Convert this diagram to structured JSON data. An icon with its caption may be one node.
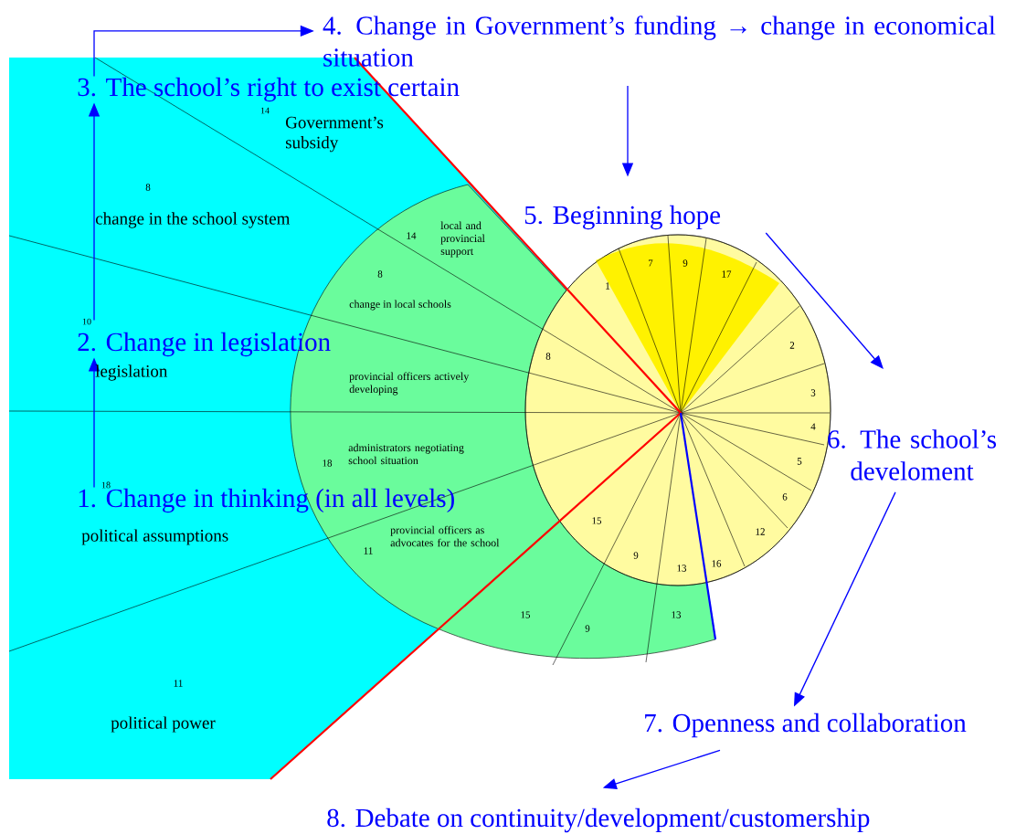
{
  "diagram": {
    "nodes": [
      {
        "text": [
          "1. Change in thinking (in all levels)"
        ]
      },
      {
        "text": [
          "2. Change in legislation"
        ]
      },
      {
        "text": [
          "3. The school’s right to exist certain"
        ]
      },
      {
        "text": [
          "4. Change in Government’s funding → change in economical situation"
        ]
      },
      {
        "text": [
          "5. Beginning hope"
        ]
      },
      {
        "text": [
          "6. The school’s develoment"
        ]
      },
      {
        "text": [
          "7. Openness and collaboration"
        ]
      },
      {
        "text": [
          "8. Debate on continuity/development/customership"
        ]
      }
    ],
    "edges": [
      {
        "from": 0,
        "to": 1,
        "arrow": "to"
      },
      {
        "from": 1,
        "to": 2,
        "arrow": "to"
      },
      {
        "from": 2,
        "to": 3,
        "arrow": "to"
      },
      {
        "from": 3,
        "to": 4,
        "arrow": "to"
      },
      {
        "from": 4,
        "to": 5,
        "arrow": "to"
      },
      {
        "from": 5,
        "to": 6,
        "arrow": "to"
      },
      {
        "from": 6,
        "to": 7,
        "arrow": "to"
      }
    ],
    "labels": [
      "14",
      "Government’s subsidy",
      "8",
      "change in the school system",
      "10",
      "legislation",
      "18",
      "political assumptions",
      "11",
      "political power",
      "14",
      "local and provincial support",
      "8",
      "change in local schools",
      "provincial officers actively developing",
      "administrators negotiating school situation",
      "18",
      "provincial officers as advocates for the school",
      "11",
      "15",
      "9",
      "13",
      "1",
      "7",
      "9",
      "17",
      "8",
      "2",
      "3",
      "4",
      "5",
      "6",
      "12",
      "16",
      "13",
      "9",
      "15"
    ]
  }
}
